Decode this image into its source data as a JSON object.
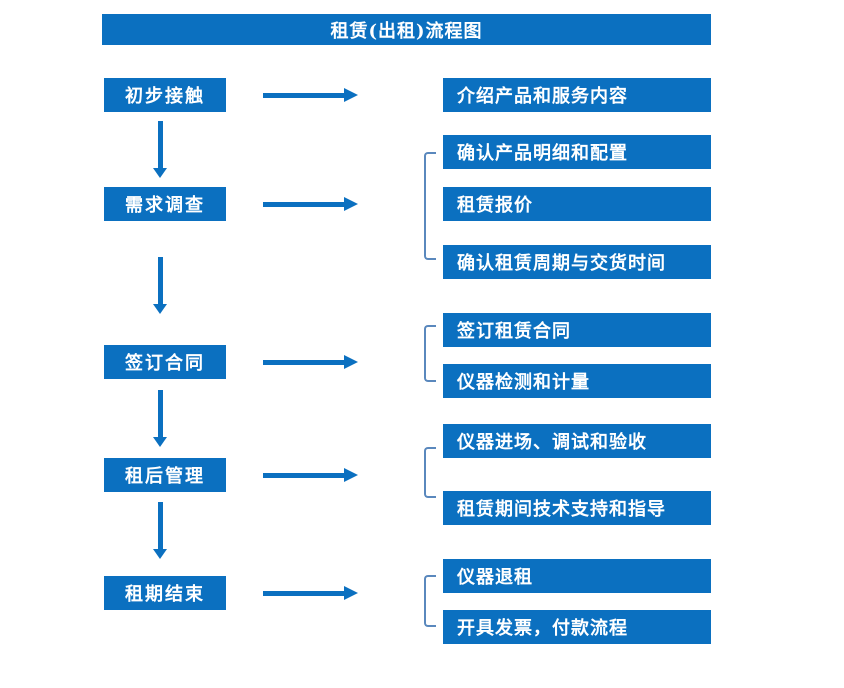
{
  "colors": {
    "accent": "#0b70c0",
    "bracket": "#5a88bd"
  },
  "title": "租赁(出租)流程图",
  "stages": [
    {
      "label": "初步接触",
      "outputs": [
        "介绍产品和服务内容"
      ]
    },
    {
      "label": "需求调查",
      "outputs": [
        "确认产品明细和配置",
        "租赁报价",
        "确认租赁周期与交货时间"
      ]
    },
    {
      "label": "签订合同",
      "outputs": [
        "签订租赁合同",
        "仪器检测和计量"
      ]
    },
    {
      "label": "租后管理",
      "outputs": [
        "仪器进场、调试和验收",
        "租赁期间技术支持和指导"
      ]
    },
    {
      "label": "租期结束",
      "outputs": [
        "仪器退租",
        "开具发票，付款流程"
      ]
    }
  ]
}
